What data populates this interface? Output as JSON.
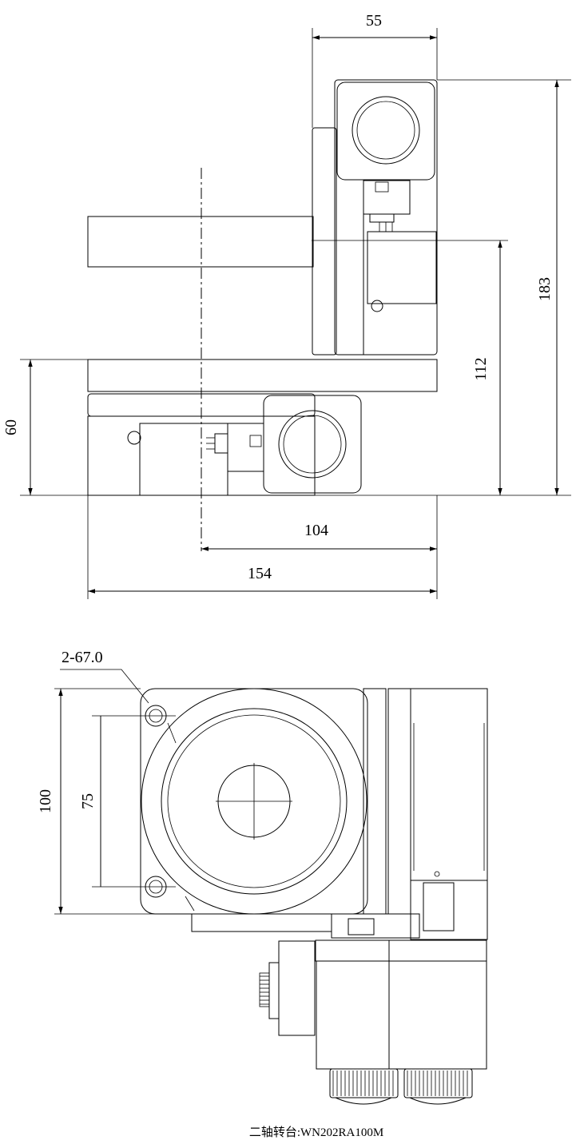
{
  "side_view": {
    "dims": {
      "d55": "55",
      "d183": "183",
      "d112": "112",
      "d60": "60",
      "d104": "104",
      "d154": "154"
    }
  },
  "front_view": {
    "hole_callout": "2-67.0",
    "dims": {
      "d100": "100",
      "d75": "75"
    }
  },
  "caption": "二轴转台:WN202RA100M"
}
